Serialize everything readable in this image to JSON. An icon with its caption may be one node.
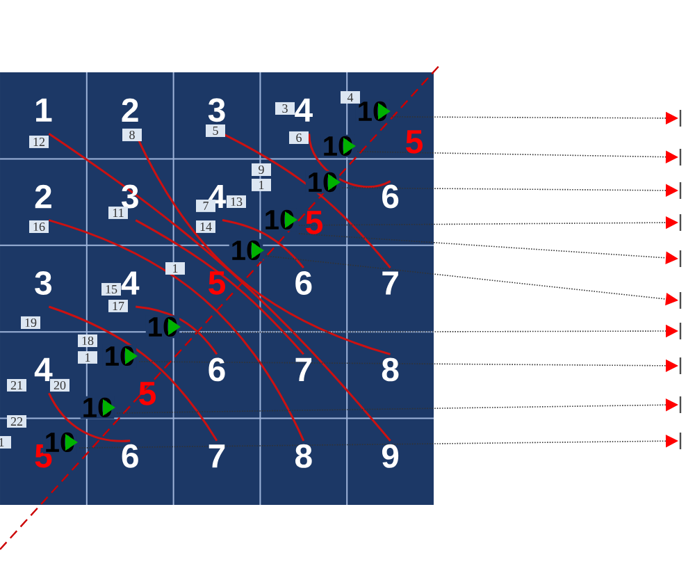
{
  "diagram": {
    "nodes": [
      {
        "text": [
          "1"
        ]
      },
      {
        "text": [
          "2"
        ]
      },
      {
        "text": [
          "3"
        ]
      },
      {
        "text": [
          "4"
        ]
      },
      {
        "text": [
          "5"
        ]
      },
      {
        "text": [
          "2"
        ]
      },
      {
        "text": [
          "3"
        ]
      },
      {
        "text": [
          "4"
        ]
      },
      {
        "text": [
          "5"
        ]
      },
      {
        "text": [
          "6"
        ]
      },
      {
        "text": [
          "3"
        ]
      },
      {
        "text": [
          "4"
        ]
      },
      {
        "text": [
          "5"
        ]
      },
      {
        "text": [
          "6"
        ]
      },
      {
        "text": [
          "7"
        ]
      },
      {
        "text": [
          "4"
        ]
      },
      {
        "text": [
          "5"
        ]
      },
      {
        "text": [
          "6"
        ]
      },
      {
        "text": [
          "7"
        ]
      },
      {
        "text": [
          "8"
        ]
      },
      {
        "text": [
          "5"
        ]
      },
      {
        "text": [
          "6"
        ]
      },
      {
        "text": [
          "7"
        ]
      },
      {
        "text": [
          "8"
        ]
      },
      {
        "text": [
          "9"
        ]
      },
      {
        "text": [
          "10"
        ]
      },
      {
        "text": [
          "10"
        ]
      },
      {
        "text": [
          "10"
        ]
      },
      {
        "text": [
          "10"
        ]
      },
      {
        "text": [
          "10"
        ]
      },
      {
        "text": [
          "10"
        ]
      },
      {
        "text": [
          "10"
        ]
      },
      {
        "text": [
          "10"
        ]
      },
      {
        "text": [
          "10"
        ]
      }
    ],
    "edges": [
      {
        "from": 0,
        "to": 24,
        "arrow": "none",
        "color": "#cc1111"
      },
      {
        "from": 1,
        "to": 19,
        "arrow": "none",
        "color": "#cc1111"
      },
      {
        "from": 2,
        "to": 14,
        "arrow": "none",
        "color": "#cc1111"
      },
      {
        "from": 3,
        "to": 9,
        "arrow": "none",
        "color": "#cc1111"
      },
      {
        "from": 5,
        "to": 23,
        "arrow": "none",
        "color": "#cc1111"
      },
      {
        "from": 6,
        "to": 18,
        "arrow": "none",
        "color": "#cc1111"
      },
      {
        "from": 7,
        "to": 13,
        "arrow": "none",
        "color": "#cc1111"
      },
      {
        "from": 10,
        "to": 22,
        "arrow": "none",
        "color": "#cc1111"
      },
      {
        "from": 11,
        "to": 17,
        "arrow": "none",
        "color": "#cc1111"
      },
      {
        "from": 15,
        "to": 21,
        "arrow": "none",
        "color": "#cc1111"
      },
      {
        "from": 25,
        "to": null,
        "arrow": "to",
        "style": "dashed",
        "color": "#333333"
      },
      {
        "from": 26,
        "to": null,
        "arrow": "to",
        "style": "dashed",
        "color": "#333333"
      },
      {
        "from": 27,
        "to": null,
        "arrow": "to",
        "style": "dashed",
        "color": "#333333"
      },
      {
        "from": 28,
        "to": null,
        "arrow": "to",
        "style": "dashed",
        "color": "#333333"
      },
      {
        "from": 28,
        "to": null,
        "arrow": "to",
        "style": "dashed",
        "color": "#333333"
      },
      {
        "from": 29,
        "to": null,
        "arrow": "to",
        "style": "dashed",
        "color": "#333333"
      },
      {
        "from": 30,
        "to": null,
        "arrow": "to",
        "style": "dashed",
        "color": "#333333"
      },
      {
        "from": 31,
        "to": null,
        "arrow": "to",
        "style": "dashed",
        "color": "#333333"
      },
      {
        "from": 32,
        "to": null,
        "arrow": "to",
        "style": "dashed",
        "color": "#333333"
      },
      {
        "from": 33,
        "to": null,
        "arrow": "to",
        "style": "dashed",
        "color": "#333333"
      }
    ],
    "labels": [
      "4",
      "3",
      "5",
      "8",
      "12",
      "6",
      "9",
      "1",
      "13",
      "7",
      "11",
      "14",
      "16",
      "1",
      "15",
      "17",
      "19",
      "18",
      "1",
      "21",
      "20",
      "22",
      "1"
    ]
  }
}
